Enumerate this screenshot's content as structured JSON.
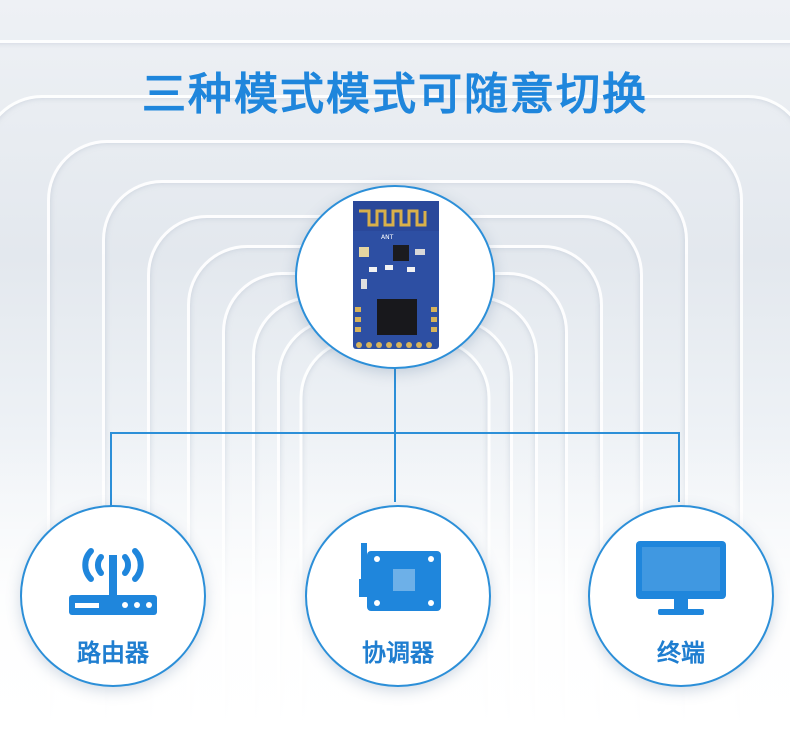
{
  "title": "三种模式模式可随意切换",
  "modes": [
    {
      "label": "路由器",
      "icon": "router-icon"
    },
    {
      "label": "协调器",
      "icon": "coordinator-board-icon"
    },
    {
      "label": "终端",
      "icon": "monitor-icon"
    }
  ],
  "module": {
    "antenna_text": "ANT",
    "icon": "wireless-module-icon"
  },
  "colors": {
    "accent": "#1f86dc",
    "line": "#2c8fd8",
    "pcb": "#2d4fa3"
  }
}
